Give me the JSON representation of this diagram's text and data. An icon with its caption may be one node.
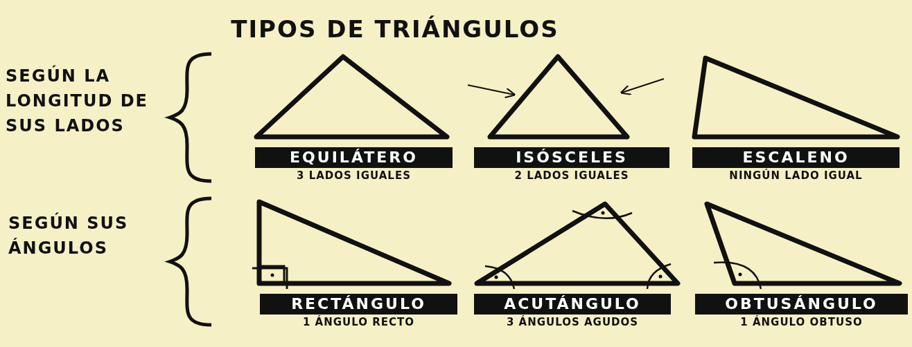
{
  "diagram": {
    "title": "TIPOS DE TRIÁNGULOS",
    "nodes": [
      {
        "text": [
          "EQUILÁTERO"
        ],
        "beside": [
          "3 LADOS IGUALES"
        ]
      },
      {
        "text": [
          "ISÓSCELES"
        ],
        "beside": [
          "2 LADOS IGUALES"
        ]
      },
      {
        "text": [
          "ESCALENO"
        ],
        "beside": [
          "NINGÚN LADO IGUAL"
        ]
      },
      {
        "text": [
          "RECTÁNGULO"
        ],
        "beside": [
          "1 ÁNGULO RECTO"
        ]
      },
      {
        "text": [
          "ACUTÁNGULO"
        ],
        "beside": [
          "3 ÁNGULOS AGUDOS"
        ]
      },
      {
        "text": [
          "OBTUSÁNGULO"
        ],
        "beside": [
          "1 ÁNGULO OBTUSO"
        ]
      }
    ],
    "labels": [
      "SEGÚN LA LONGITUD DE SUS LADOS",
      "SEGÚN SUS ÁNGULOS"
    ]
  }
}
